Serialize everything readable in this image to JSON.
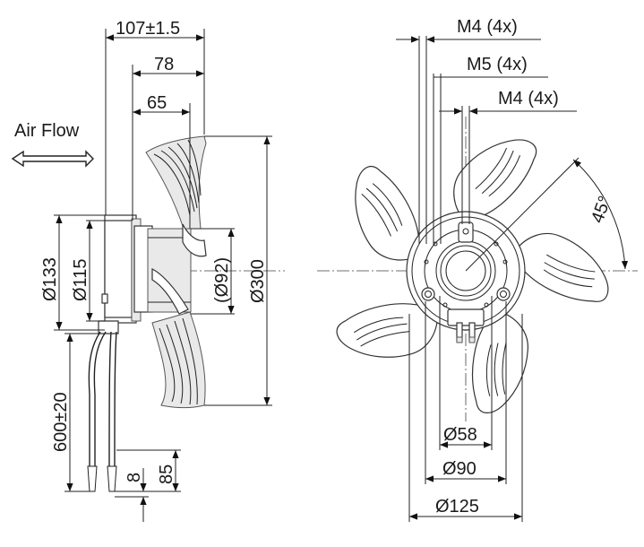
{
  "labels": {
    "air_flow": "Air Flow",
    "d107": "107±1.5",
    "d78": "78",
    "d65": "65",
    "d133": "Ø133",
    "d115": "Ø115",
    "d92": "(Ø92)",
    "d300": "Ø300",
    "d600": "600±20",
    "d8": "8",
    "d85": "85",
    "m4a": "M4 (4x)",
    "m5": "M5 (4x)",
    "m4b": "M4 (4x)",
    "angle": "45°",
    "d58": "Ø58",
    "d90": "Ø90",
    "d125": "Ø125"
  }
}
